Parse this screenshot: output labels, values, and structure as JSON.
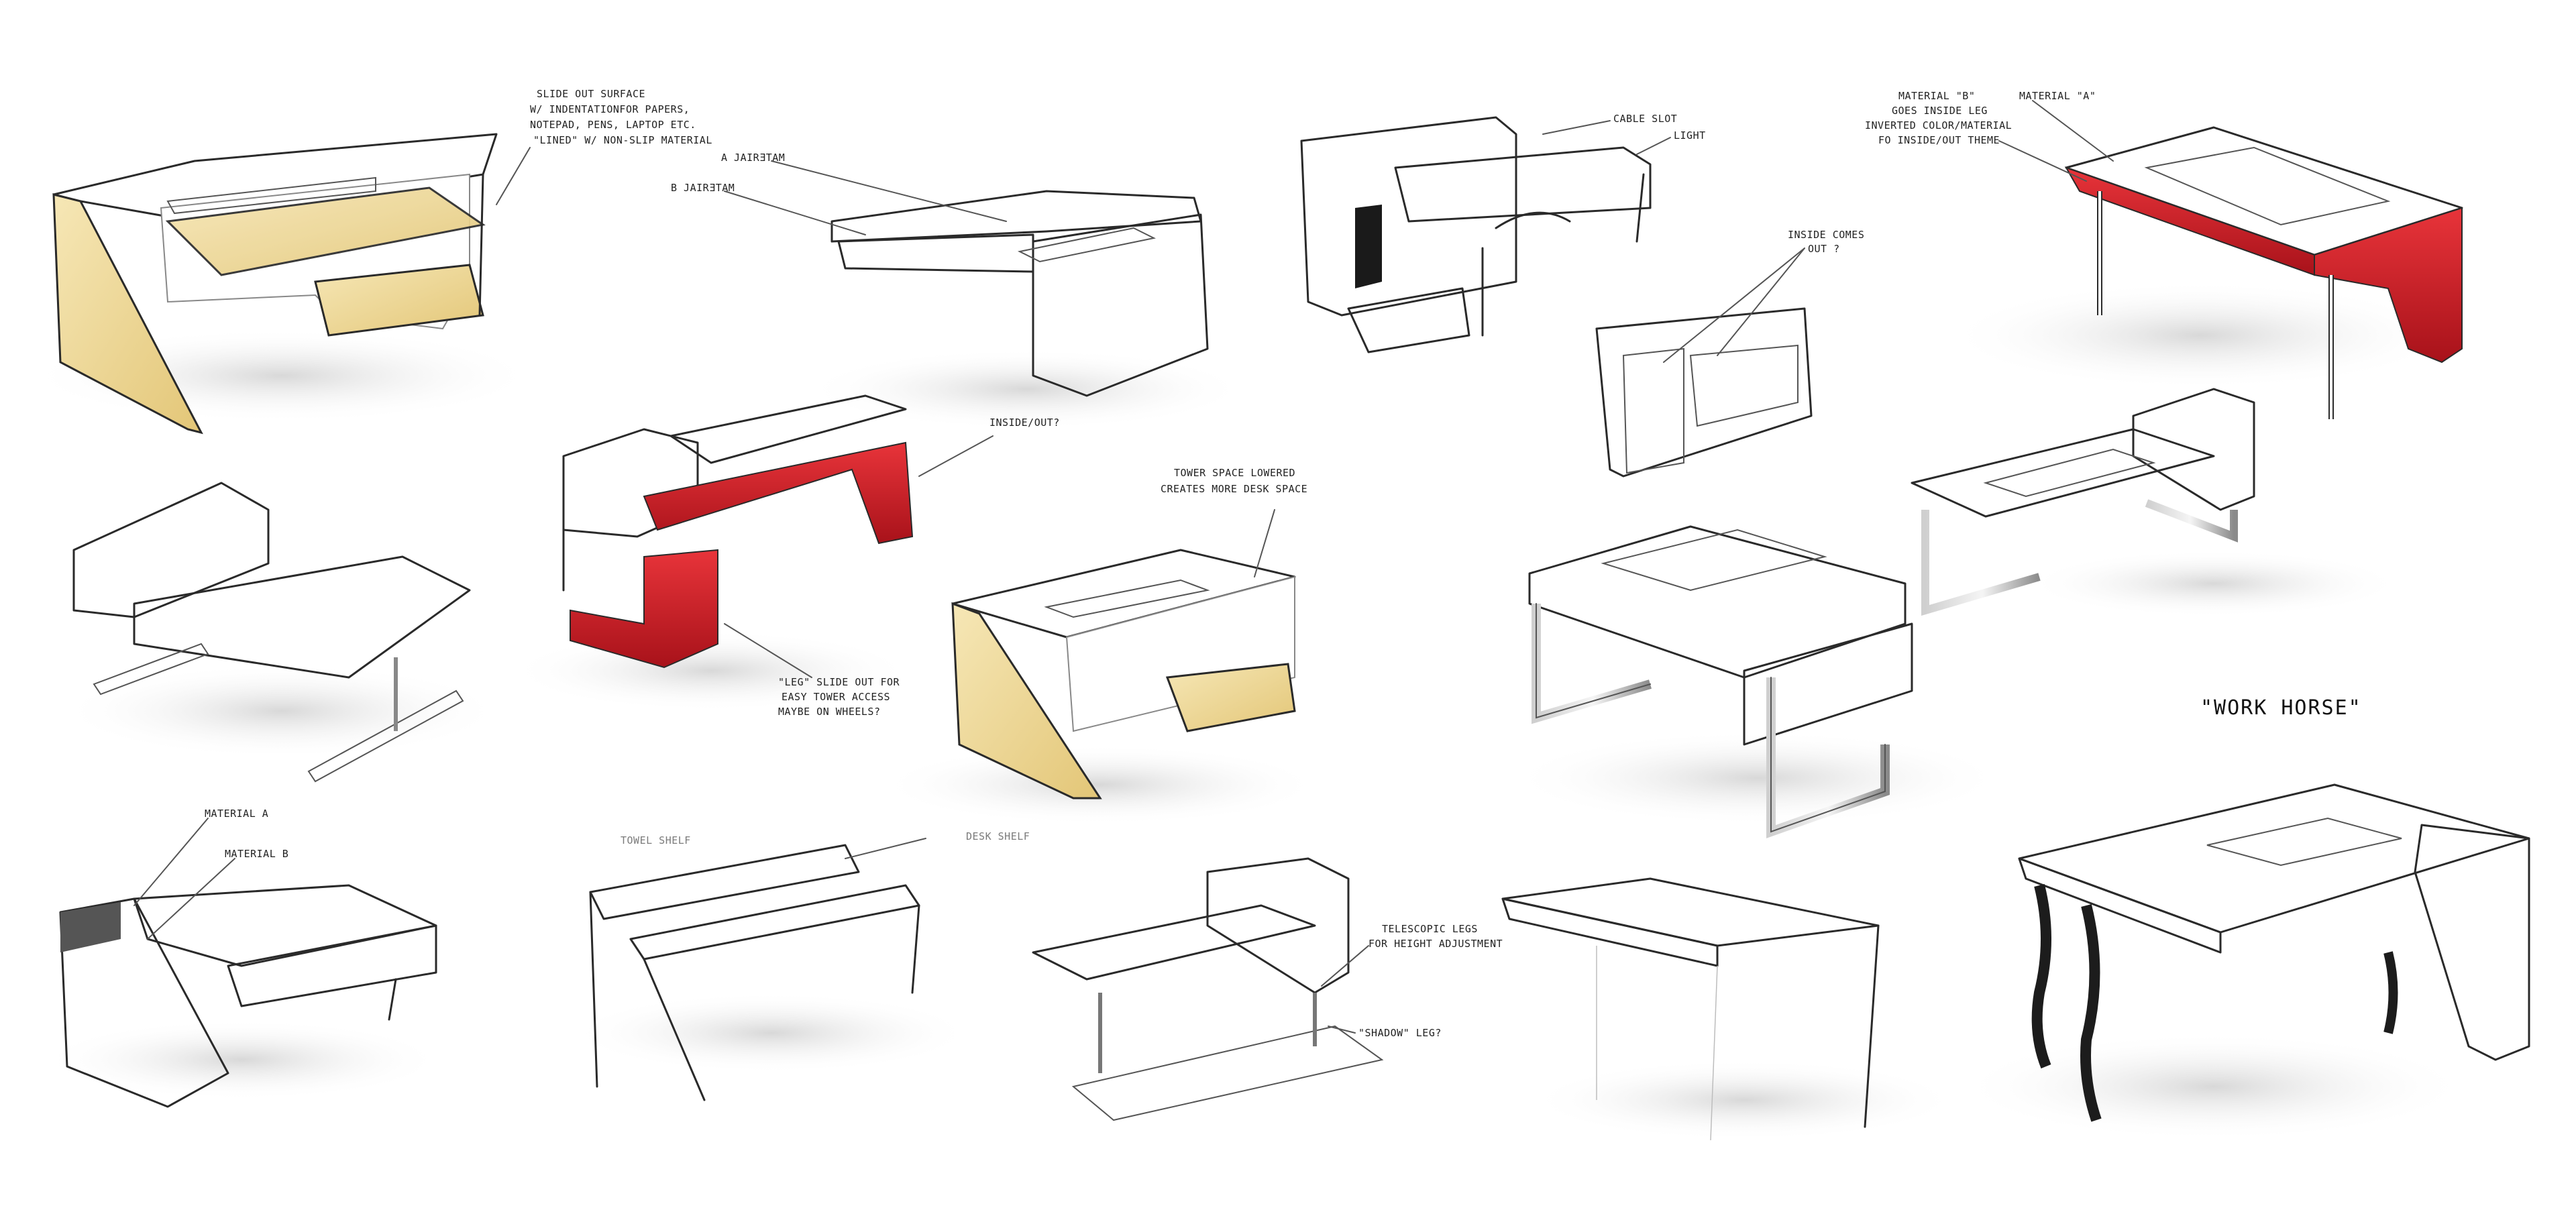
{
  "colors": {
    "ink": "#2a2a2a",
    "yellow": "#f1dc9c",
    "yellow_dark": "#c9a94f",
    "red": "#d9222a",
    "red_dark": "#9b1015",
    "grey_light": "#e9e9e9",
    "grey_mid": "#bdbdbd",
    "grey_dark": "#6f6f6f",
    "black": "#1c1c1c"
  },
  "annotations": {
    "slide_out_1": "SLIDE OUT SURFACE",
    "slide_out_2": "W/ INDENTATIONFOR PAPERS,",
    "slide_out_3": "NOTEPAD, PENS, LAPTOP ETC.",
    "slide_out_4": "\"LINED\" W/ NON-SLIP MATERIAL",
    "mirror_a": "A JAIRƎTAM",
    "mirror_b": "B JAIRƎTAM",
    "cable_slot": "CABLE SLOT",
    "light": "LIGHT",
    "inside_comes_1": "INSIDE COMES",
    "inside_comes_2": "OUT ?",
    "mat_b_1": "MATERIAL \"B\"",
    "mat_b_2": "GOES INSIDE LEG",
    "mat_b_3": "INVERTED COLOR/MATERIAL",
    "mat_b_4": "FO INSIDE/OUT THEME",
    "mat_a_top": "MATERIAL \"A\"",
    "inside_out": "INSIDE/OUT?",
    "tower_1": "TOWER SPACE LOWERED",
    "tower_2": "CREATES MORE DESK SPACE",
    "leg_slide_1": "\"LEG\" SLIDE OUT FOR",
    "leg_slide_2": "EASY TOWER ACCESS",
    "leg_slide_3": "MAYBE ON WHEELS?",
    "work_horse": "\"WORK HORSE\"",
    "material_a": "MATERIAL A",
    "material_b": "MATERIAL B",
    "towel_shelf": "TOWEL SHELF",
    "desk_shelf": "DESK SHELF",
    "telescopic_1": "TELESCOPIC LEGS",
    "telescopic_2": "FOR HEIGHT ADJUSTMENT",
    "shadow_leg": "\"SHADOW\" LEG?"
  }
}
